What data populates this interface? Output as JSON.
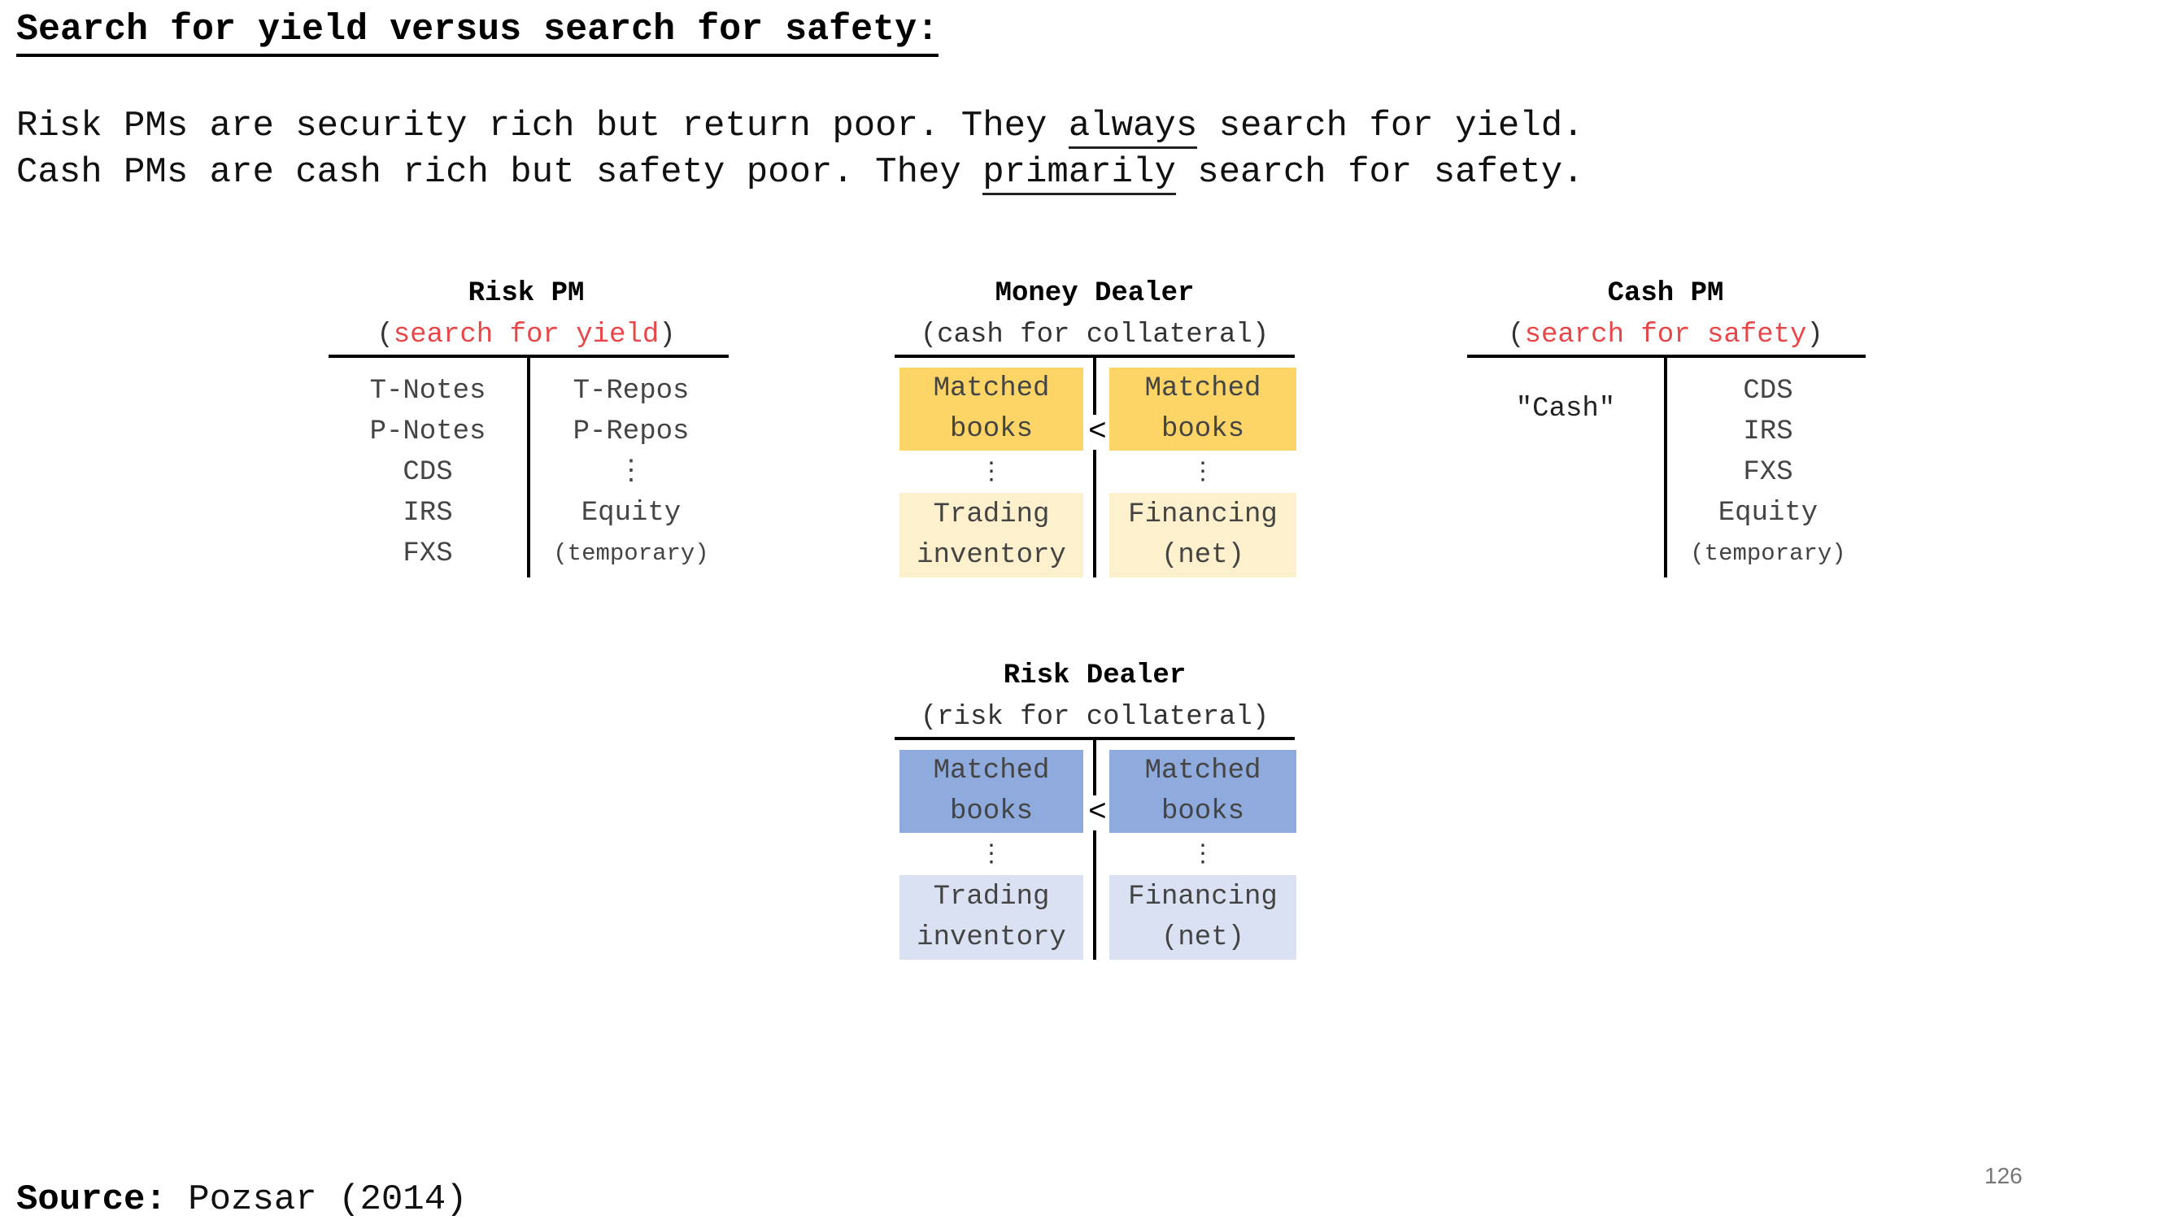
{
  "title": "Search for yield versus search for safety:",
  "intro": [
    {
      "pre": "Risk PMs are security rich but return poor. They ",
      "emph": "always",
      "post": " search for yield."
    },
    {
      "pre": "Cash PMs are cash rich but safety poor. They ",
      "emph": "primarily",
      "post": " search for safety."
    }
  ],
  "risk_pm": {
    "heading": "Risk PM",
    "sub_open": "(",
    "sub_red": "search for yield",
    "sub_close": ")",
    "left": [
      "T-Notes",
      "P-Notes",
      "CDS",
      "IRS",
      "FXS"
    ],
    "right": [
      "T-Repos",
      "P-Repos",
      "⋮",
      "Equity",
      "(temporary)"
    ]
  },
  "money_dealer": {
    "heading": "Money Dealer",
    "sub": "(cash for collateral)",
    "matched_left": [
      "Matched",
      "books"
    ],
    "matched_right": [
      "Matched",
      "books"
    ],
    "comparator": "<",
    "dots": "⋮",
    "trading": [
      "Trading",
      "inventory"
    ],
    "financing": [
      "Financing",
      "(net)"
    ],
    "colors": {
      "matched": "#fcd566",
      "lower": "#fdf0cc"
    }
  },
  "cash_pm": {
    "heading": "Cash PM",
    "sub_open": "(",
    "sub_red": "search for safety",
    "sub_close": ")",
    "left": [
      "\"Cash\""
    ],
    "right": [
      "CDS",
      "IRS",
      "FXS",
      "Equity",
      "(temporary)"
    ]
  },
  "risk_dealer": {
    "heading": "Risk Dealer",
    "sub": "(risk for collateral)",
    "matched_left": [
      "Matched",
      "books"
    ],
    "matched_right": [
      "Matched",
      "books"
    ],
    "comparator": "<",
    "dots": "⋮",
    "trading": [
      "Trading",
      "inventory"
    ],
    "financing": [
      "Financing",
      "(net)"
    ],
    "colors": {
      "matched": "#8faadc",
      "lower": "#dae1f3"
    }
  },
  "source": {
    "label": "Source:",
    "text": " Pozsar (2014)"
  },
  "page_number": "126",
  "accent_red": "#e8474a"
}
